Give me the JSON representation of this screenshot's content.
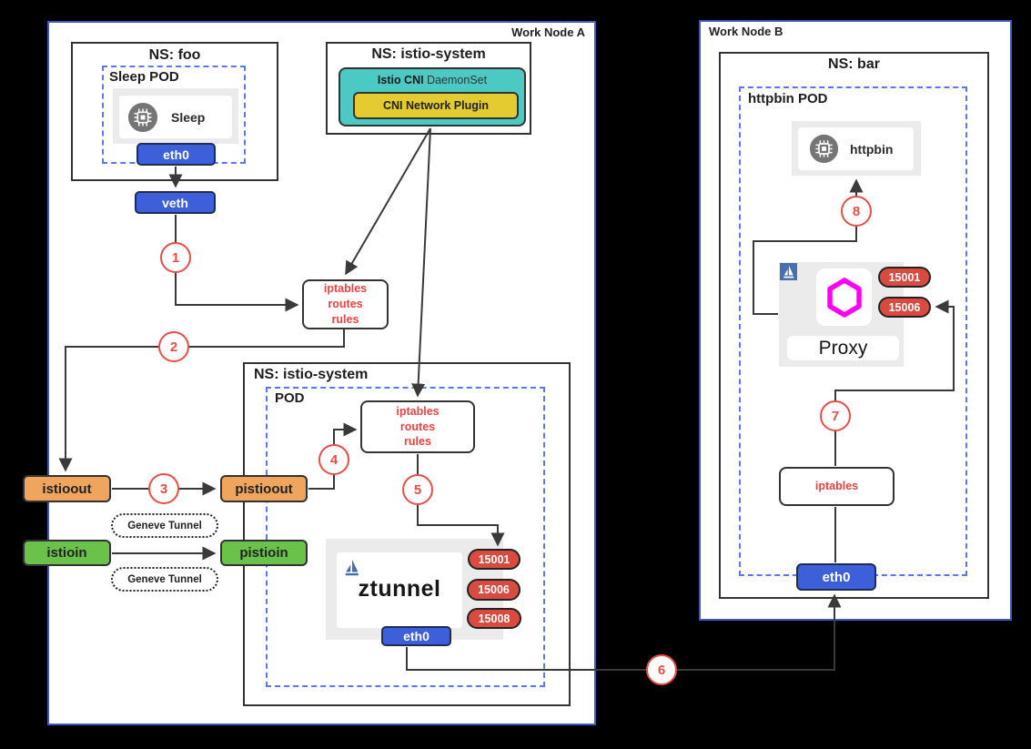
{
  "node_a": {
    "label": "Work Node A",
    "ns_foo": {
      "title": "NS: foo",
      "sleep_pod": {
        "title": "Sleep POD",
        "container": "Sleep",
        "eth": "eth0"
      }
    },
    "veth": "veth",
    "ns_istio_cni": {
      "title": "NS: istio-system",
      "daemonset_name": "Istio CNI",
      "daemonset_type": "DaemonSet",
      "plugin": "CNI Network Plugin"
    },
    "host_rules": "iptables\nroutes\nrules",
    "istioout": "istioout",
    "pistioout": "pistioout",
    "istioin": "istioin",
    "pistioin": "pistioin",
    "geneve_tunnel": "Geneve Tunnel",
    "ns_ztunnel": {
      "title": "NS: istio-system",
      "pod_title": "POD",
      "pod_rules": "iptables\nroutes\nrules",
      "app": "ztunnel",
      "ports": [
        "15001",
        "15006",
        "15008"
      ],
      "eth": "eth0"
    }
  },
  "node_b": {
    "label": "Work Node B",
    "ns_bar": {
      "title": "NS: bar",
      "httpbin_pod": {
        "title": "httpbin POD",
        "container": "httpbin",
        "proxy": "Proxy",
        "ports": [
          "15001",
          "15006"
        ],
        "iptables": "iptables",
        "eth": "eth0"
      }
    }
  },
  "steps": [
    "1",
    "2",
    "3",
    "4",
    "5",
    "6",
    "7",
    "8"
  ],
  "colors": {
    "node_border_blue": "#4356c6",
    "pod_dashed_blue": "#5b76f7",
    "interface_blue": "#3d5fd9",
    "tunnel_orange": "#f0a55f",
    "tunnel_green": "#6ac24a",
    "port_red": "#d94a40",
    "daemonset_teal": "#4dc9c3",
    "plugin_yellow": "#e3cb30",
    "rules_red_text": "#f04141",
    "step_red": "#ea4d45",
    "istio_blue": "#466bb0",
    "envoy_magenta": "#ff00f0",
    "line_gray": "#3a3a3a"
  }
}
